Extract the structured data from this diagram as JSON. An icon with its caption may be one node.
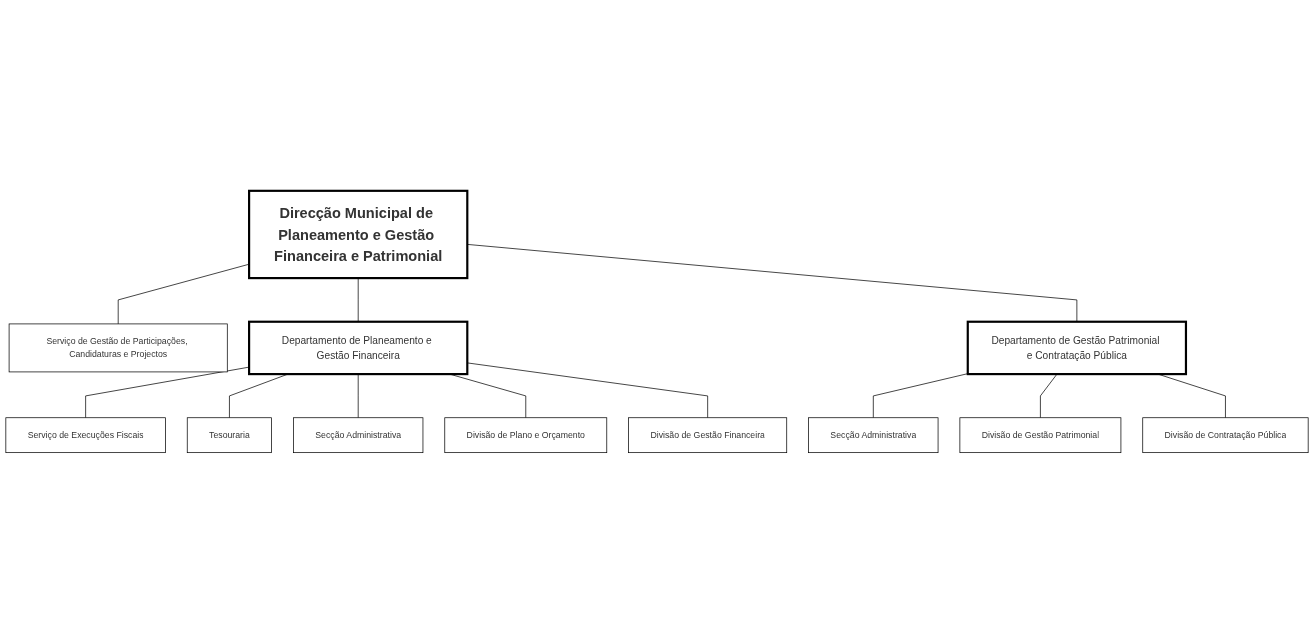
{
  "diagram": {
    "nodes": [
      {
        "text": [
          "Direcção Municipal de Planeamento e Gestão Financeira e Patrimonial"
        ]
      },
      {
        "text": [
          "Serviço de Gestão de Participações, Candidaturas e Projectos"
        ]
      },
      {
        "text": [
          "Departamento de Planeamento e Gestão Financeira"
        ]
      },
      {
        "text": [
          "Departamento de Gestão Patrimonial e Contratação Pública"
        ]
      },
      {
        "text": [
          "Serviço de Execuções Fiscais"
        ]
      },
      {
        "text": [
          "Tesouraria"
        ]
      },
      {
        "text": [
          "Secção Administrativa"
        ]
      },
      {
        "text": [
          "Divisão de Plano e Orçamento"
        ]
      },
      {
        "text": [
          "Divisão de Gestão Financeira"
        ]
      },
      {
        "text": [
          "Secção Administrativa"
        ]
      },
      {
        "text": [
          "Divisão de Gestão Patrimonial"
        ]
      },
      {
        "text": [
          "Divisão de Contratação Pública"
        ]
      }
    ],
    "edges": [
      {
        "from": 0,
        "to": 1,
        "arrow": "none"
      },
      {
        "from": 0,
        "to": 2,
        "arrow": "none"
      },
      {
        "from": 0,
        "to": 3,
        "arrow": "none"
      },
      {
        "from": 2,
        "to": 4,
        "arrow": "none"
      },
      {
        "from": 2,
        "to": 5,
        "arrow": "none"
      },
      {
        "from": 2,
        "to": 6,
        "arrow": "none"
      },
      {
        "from": 2,
        "to": 7,
        "arrow": "none"
      },
      {
        "from": 2,
        "to": 8,
        "arrow": "none"
      },
      {
        "from": 3,
        "to": 9,
        "arrow": "none"
      },
      {
        "from": 3,
        "to": 10,
        "arrow": "none"
      },
      {
        "from": 3,
        "to": 11,
        "arrow": "none"
      }
    ]
  }
}
